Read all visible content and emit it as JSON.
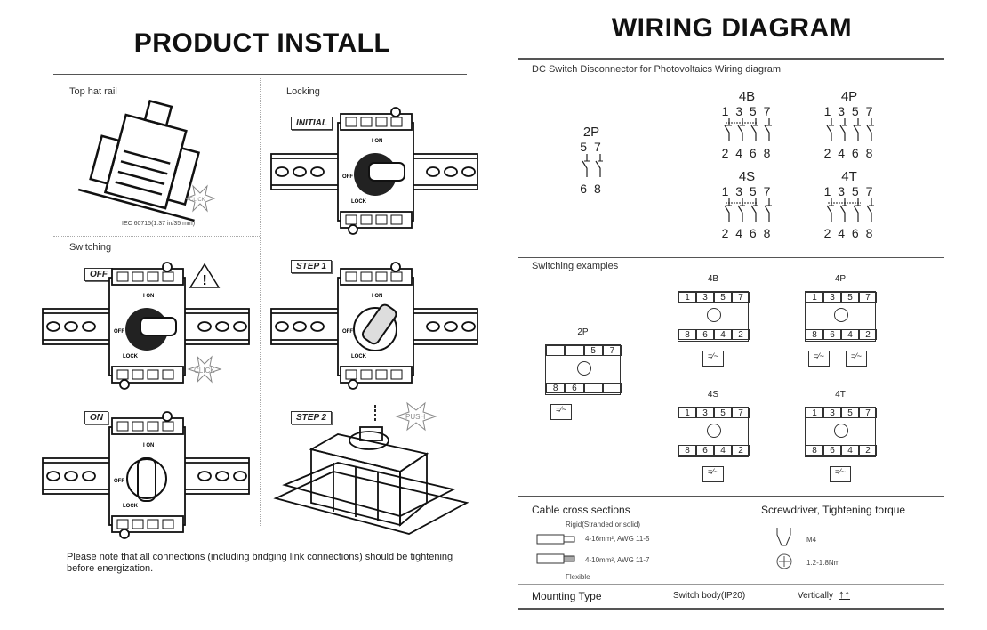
{
  "install": {
    "title": "PRODUCT INSTALL",
    "top_hat_rail": "Top hat rail",
    "rail_standard": "IEC 60715(1.37 in/35 mm)",
    "click": "CLICK",
    "push": "PUSH",
    "locking": "Locking",
    "switching": "Switching",
    "tags": {
      "initial": "INITIAL",
      "off": "OFF",
      "on": "ON",
      "step1": "STEP 1",
      "step2": "STEP 2"
    },
    "switch_labels": {
      "on": "I ON",
      "off": "OFF",
      "lock": "LOCK"
    },
    "note": "Please note that all connections (including bridging link connections) should be tightening before energization."
  },
  "wiring": {
    "title": "WIRING DIAGRAM",
    "subtitle": "DC Switch Disconnector for Photovoltaics Wiring diagram",
    "configs": [
      {
        "name": "2P",
        "top": "5 7",
        "bottom": "6 8"
      },
      {
        "name": "4B",
        "top": "1 3 5 7",
        "bottom": "2 4 6 8"
      },
      {
        "name": "4P",
        "top": "1 3 5 7",
        "bottom": "2 4 6 8"
      },
      {
        "name": "4S",
        "top": "1 3 5 7",
        "bottom": "2 4 6 8"
      },
      {
        "name": "4T",
        "top": "1 3 5 7",
        "bottom": "2 4 6 8"
      }
    ],
    "switching_examples": "Switching examples",
    "examples": [
      {
        "name": "2P",
        "top": [
          "",
          "",
          "5",
          "7"
        ],
        "bottom": [
          "8",
          "6",
          "",
          ""
        ]
      },
      {
        "name": "4B",
        "top": [
          "1",
          "3",
          "5",
          "7"
        ],
        "bottom": [
          "8",
          "6",
          "4",
          "2"
        ]
      },
      {
        "name": "4P",
        "top": [
          "1",
          "3",
          "5",
          "7"
        ],
        "bottom": [
          "8",
          "6",
          "4",
          "2"
        ]
      },
      {
        "name": "4S",
        "top": [
          "1",
          "3",
          "5",
          "7"
        ],
        "bottom": [
          "8",
          "6",
          "4",
          "2"
        ]
      },
      {
        "name": "4T",
        "top": [
          "1",
          "3",
          "5",
          "7"
        ],
        "bottom": [
          "8",
          "6",
          "4",
          "2"
        ]
      }
    ],
    "cable": {
      "title": "Cable cross sections",
      "rigid": "Rigid(Stranded or solid)",
      "rigid_spec": "4-16mm², AWG 11-5",
      "flex_spec": "4-10mm², AWG 11-7",
      "flexible": "Flexible"
    },
    "screwdriver": {
      "title": "Screwdriver, Tightening torque",
      "size": "M4",
      "torque": "1.2-1.8Nm"
    },
    "mounting": {
      "label": "Mounting Type",
      "body": "Switch body(IP20)",
      "orientation": "Vertically",
      "arrows": "↑↑"
    }
  }
}
